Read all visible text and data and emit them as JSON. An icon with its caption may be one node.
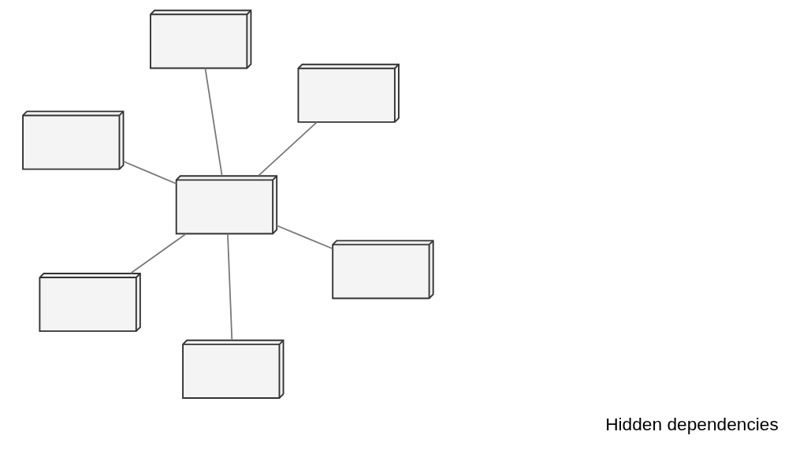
{
  "diagram": {
    "nodes": [
      {
        "text": [],
        "shape": "box"
      },
      {
        "text": [],
        "shape": "box"
      },
      {
        "text": [],
        "shape": "box"
      },
      {
        "text": [],
        "shape": "box"
      },
      {
        "text": [],
        "shape": "box"
      },
      {
        "text": [],
        "shape": "box"
      },
      {
        "text": [],
        "shape": "box"
      }
    ],
    "edges": [
      {
        "from": 0,
        "to": 3,
        "arrow": "none"
      },
      {
        "from": 1,
        "to": 3,
        "arrow": "none"
      },
      {
        "from": 2,
        "to": 3,
        "arrow": "none"
      },
      {
        "from": 3,
        "to": 4,
        "arrow": "none"
      },
      {
        "from": 3,
        "to": 5,
        "arrow": "none"
      },
      {
        "from": 3,
        "to": 6,
        "arrow": "none"
      }
    ],
    "labels": [
      "Hidden dependencies"
    ]
  }
}
